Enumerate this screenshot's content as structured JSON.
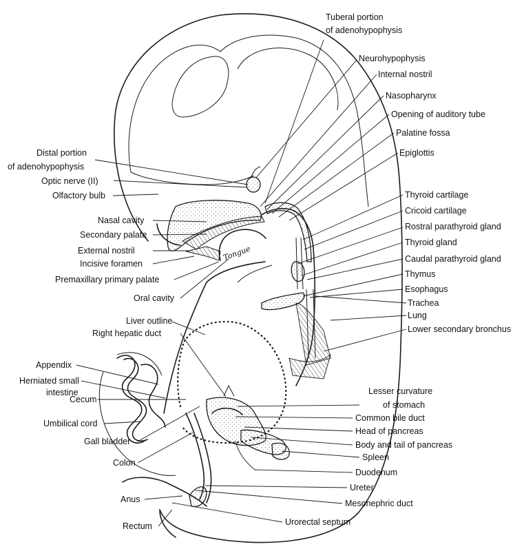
{
  "labels": {
    "tuberal_portion_1": "Tuberal portion",
    "tuberal_portion_2": "of adenohypophysis",
    "neurohypophysis": "Neurohypophysis",
    "internal_nostril": "Internal nostril",
    "nasopharynx": "Nasopharynx",
    "opening_auditory_tube": "Opening of auditory tube",
    "palatine_fossa": "Palatine fossa",
    "epiglottis": "Epiglottis",
    "distal_portion_1": "Distal portion",
    "distal_portion_2": "of adenohypophysis",
    "optic_nerve": "Optic nerve (II)",
    "olfactory_bulb": "Olfactory bulb",
    "thyroid_cartilage": "Thyroid cartilage",
    "cricoid_cartilage": "Cricoid cartilage",
    "rostral_parathyroid": "Rostral parathyroid gland",
    "thyroid_gland": "Thyroid gland",
    "caudal_parathyroid": "Caudal parathyroid gland",
    "thymus": "Thymus",
    "esophagus": "Esophagus",
    "trachea": "Trachea",
    "lung": "Lung",
    "lower_secondary_bronchus": "Lower secondary bronchus",
    "nasal_cavity": "Nasal cavity",
    "secondary_palate": "Secondary palate",
    "external_nostril": "External nostril",
    "incisive_foramen": "Incisive foramen",
    "premaxillary_palate": "Premaxillary primary palate",
    "oral_cavity": "Oral cavity",
    "tongue": "Tongue",
    "liver_outline": "Liver outline",
    "right_hepatic_duct": "Right hepatic duct",
    "appendix": "Appendix",
    "herniated_1": "Herniated small",
    "herniated_2": "intestine",
    "cecum": "Cecum",
    "umbilical_cord": "Umbilical cord",
    "gall_bladder": "Gall bladder",
    "colon": "Colon",
    "anus": "Anus",
    "rectum": "Rectum",
    "lesser_curvature_1": "Lesser curvature",
    "lesser_curvature_2": "of stomach",
    "common_bile_duct": "Common bile duct",
    "head_of_pancreas": "Head of pancreas",
    "body_tail_pancreas": "Body and tail of pancreas",
    "spleen": "Spleen",
    "duodenum": "Duodenum",
    "ureter": "Ureter",
    "mesonephric_duct": "Mesonephric duct",
    "urorectal_septum": "Urorectal septum"
  }
}
